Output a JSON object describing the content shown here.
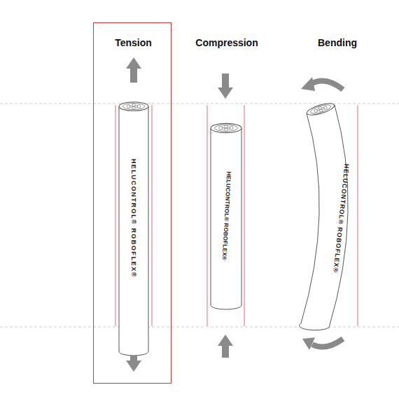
{
  "diagram": {
    "nodes": [
      {
        "text": [
          "Tension",
          "HELUCONTROL® ROBOFLEX®"
        ]
      }
    ],
    "labels": [
      "Compression",
      "Bending",
      "HELUCONTROL® ROBOFLEX®",
      "HELUCONTROL® ROBOFLEX®"
    ]
  }
}
